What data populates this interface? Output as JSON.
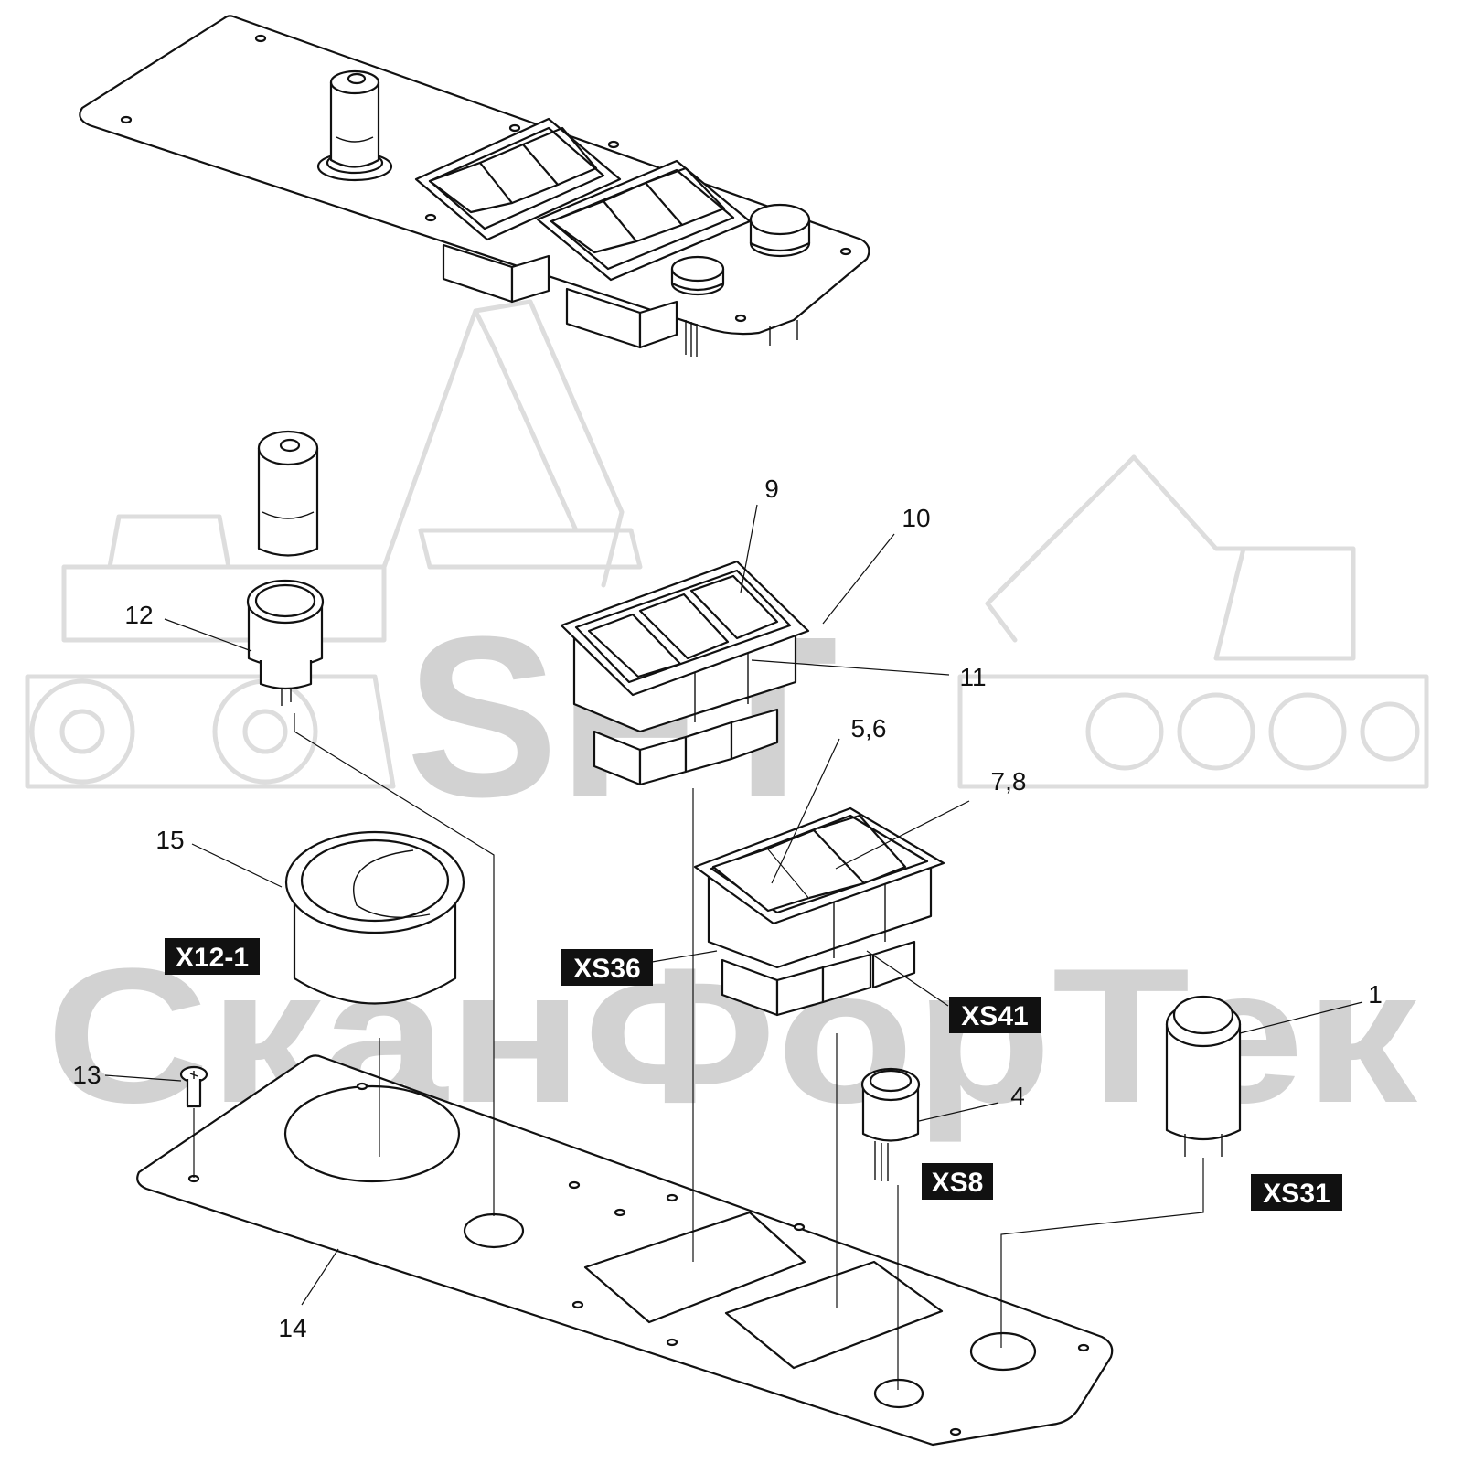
{
  "watermark": {
    "brand": "SFT",
    "company": "СканФорТек"
  },
  "callouts": [
    {
      "id": "c1",
      "text": "1"
    },
    {
      "id": "c4",
      "text": "4"
    },
    {
      "id": "c56",
      "text": "5,6"
    },
    {
      "id": "c78",
      "text": "7,8"
    },
    {
      "id": "c9",
      "text": "9"
    },
    {
      "id": "c10",
      "text": "10"
    },
    {
      "id": "c11",
      "text": "11"
    },
    {
      "id": "c12",
      "text": "12"
    },
    {
      "id": "c13",
      "text": "13"
    },
    {
      "id": "c14",
      "text": "14"
    },
    {
      "id": "c15",
      "text": "15"
    }
  ],
  "connector_tags": [
    {
      "id": "x12",
      "text": "X12-1"
    },
    {
      "id": "xs36",
      "text": "XS36"
    },
    {
      "id": "xs41",
      "text": "XS41"
    },
    {
      "id": "xs8",
      "text": "XS8"
    },
    {
      "id": "xs31",
      "text": "XS31"
    }
  ]
}
